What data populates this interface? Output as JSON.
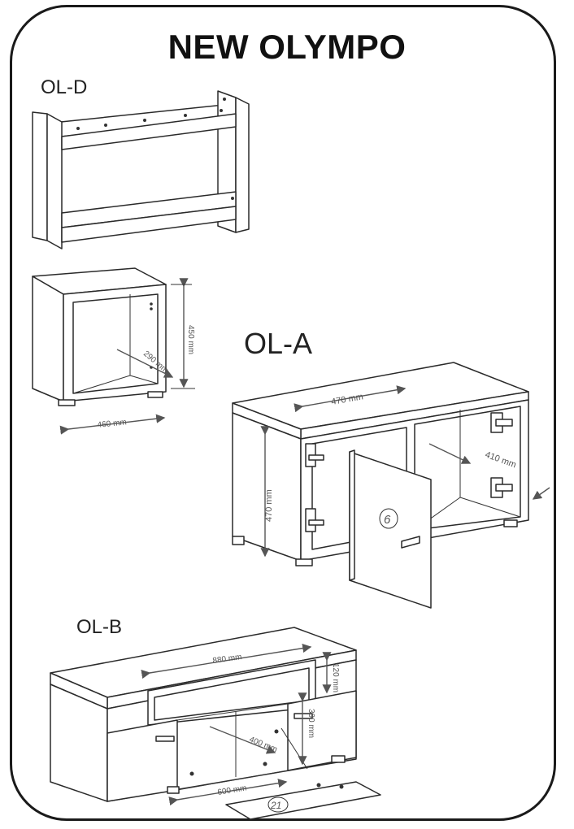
{
  "title": "NEW OLYMPO",
  "modules": [
    {
      "label": "OL-D"
    },
    {
      "label": "OL-A"
    },
    {
      "label": "OL-B"
    }
  ],
  "dimensions": {
    "ol_small_height": "450 mm",
    "ol_small_depth": "290 mm",
    "ol_small_width": "460 mm",
    "ol_a_width": "470 mm",
    "ol_a_depth": "410 mm",
    "ol_a_height": "470 mm",
    "ol_b_width": "880 mm",
    "ol_b_height_top": "120 mm",
    "ol_b_height_mid": "300 mm",
    "ol_b_depth": "400 mm",
    "ol_b_width_bottom": "600 mm"
  },
  "part_numbers": {
    "door_a": "6",
    "panel_b": "21"
  }
}
